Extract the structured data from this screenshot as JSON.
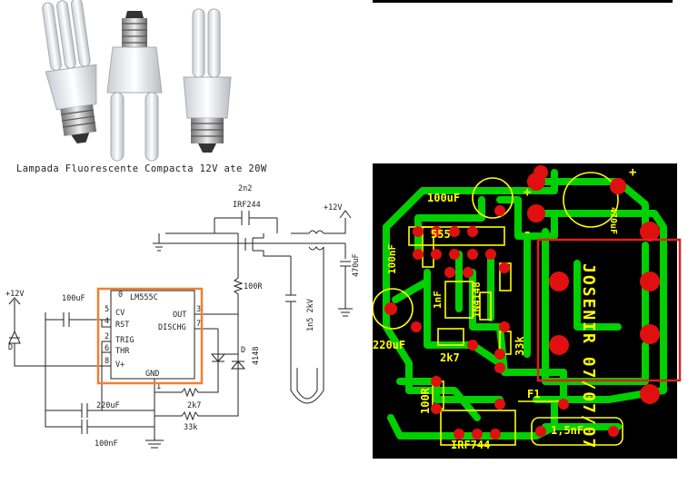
{
  "caption": "Lampada Fluorescente Compacta 12V ate 20W",
  "schematic": {
    "ic_name": "LM555C",
    "pins": {
      "cv": "CV",
      "rst": "RST",
      "trig": "TRIG",
      "thr": "THR",
      "vplus": "V+",
      "out": "OUT",
      "dischg": "DISCHG",
      "gnd": "GND",
      "n1": "1",
      "n2": "2",
      "n3": "3",
      "n4": "4",
      "n5": "5",
      "n6": "6",
      "n7": "7",
      "n8": "8",
      "n0": "0"
    },
    "supply_left": "+12V",
    "supply_right": "+12V",
    "cap_100uf": "100uF",
    "cap_2n2": "2n2",
    "mosfet": "IRF244",
    "res_100r": "100R",
    "cap_470uf": "470uF",
    "cap_1n5": "1n5 2kV",
    "diode_a": "D",
    "diode_d": "D",
    "diode_4148": "4148",
    "res_2k7": "2k7",
    "res_33k": "33k",
    "cap_220uf": "220uF",
    "cap_100nf": "100nF"
  },
  "pcb": {
    "lbl_100uf": "100uF",
    "lbl_470uf": "470uF",
    "lbl_555": "555",
    "lbl_100nf": "100nF",
    "lbl_1nf": "1nF",
    "lbl_1n4148": "1N4148",
    "lbl_220uf": "220uF",
    "lbl_2k7": "2k7",
    "lbl_33k": "33k",
    "lbl_100r": "100R",
    "lbl_f1": "F1",
    "lbl_1_5nf": "1,5nF",
    "lbl_irf744": "IRF744",
    "plus": "+",
    "minus": "-",
    "signature": "JOSENIR 07/07/07"
  },
  "colors": {
    "board": "#000000",
    "trace": "#00d000",
    "pad": "#e01010",
    "silk": "#ffff00",
    "highlight_ic": "#f08030",
    "highlight_pcb": "#e02020"
  }
}
